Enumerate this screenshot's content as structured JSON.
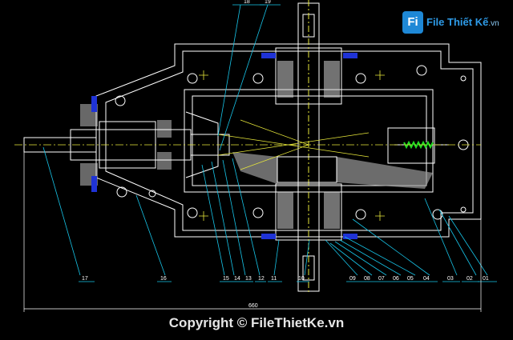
{
  "logo": {
    "mark": "Fi",
    "word1": "File",
    "word2": "Thiết Kế",
    "domain": ".vn"
  },
  "copyright": "Copyright © FileThietKe.vn",
  "dimension_text": "660",
  "part_labels": {
    "p01": "01",
    "p02": "02",
    "p03": "03",
    "p04": "04",
    "p05": "05",
    "p06": "06",
    "p07": "07",
    "p08": "08",
    "p09": "09",
    "p10": "10",
    "p11": "11",
    "p12": "12",
    "p13": "13",
    "p14": "14",
    "p15": "15",
    "p16": "16",
    "p17": "17",
    "p18": "18",
    "p19": "19"
  },
  "colors": {
    "background": "#000000",
    "outline": "#ffffff",
    "leader": "#17c4e8",
    "centerline": "#e8e83a",
    "hatch": "#cfcfcf",
    "seal": "#1f33d6",
    "spring": "#22dd22",
    "watermark": "#2e9be8"
  }
}
